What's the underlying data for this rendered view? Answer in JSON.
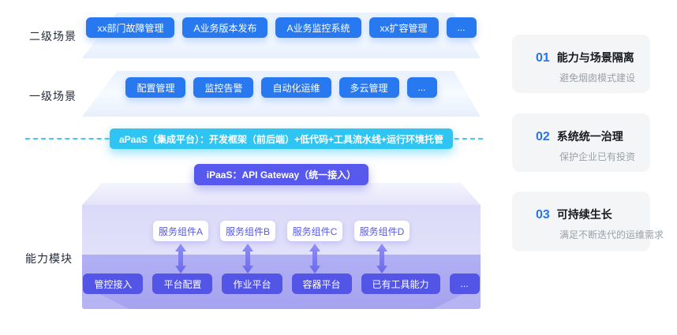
{
  "side_labels": {
    "level2": "二级场景",
    "level1": "一级场景",
    "capability": "能力模块"
  },
  "scenario_level2": {
    "buttons": [
      "xx部门故障管理",
      "A业务版本发布",
      "A业务监控系统",
      "xx扩容管理",
      "..."
    ]
  },
  "scenario_level1": {
    "buttons": [
      "配置管理",
      "监控告警",
      "自动化运维",
      "多云管理",
      "..."
    ]
  },
  "apaas_banner": {
    "label": "aPaaS（集成平台）：开发框架（前后端）+低代码+工具流水线+运行环境托管"
  },
  "ipaas_button": {
    "label": "iPaaS：API Gateway（统一接入）"
  },
  "capability_box": {
    "service_components": [
      "服务组件A",
      "服务组件B",
      "服务组件C",
      "服务组件D"
    ],
    "platform_buttons": [
      "管控接入",
      "平台配置",
      "作业平台",
      "容器平台",
      "已有工具能力",
      "..."
    ]
  },
  "benefits": [
    {
      "number": "01",
      "title": "能力与场景隔离",
      "desc": "避免烟囱模式建设"
    },
    {
      "number": "02",
      "title": "系统统一治理",
      "desc": "保护企业已有投资"
    },
    {
      "number": "03",
      "title": "可持续生长",
      "desc": "满足不断迭代的运维需求"
    }
  ],
  "colors": {
    "primary_blue": "#2878f0",
    "cyan_banner": "#2ec5f2",
    "indigo_button": "#5658ee",
    "platform_button": "#5355e6",
    "benefit_number": "#2573f2",
    "box_band": "#a8a6f1"
  }
}
